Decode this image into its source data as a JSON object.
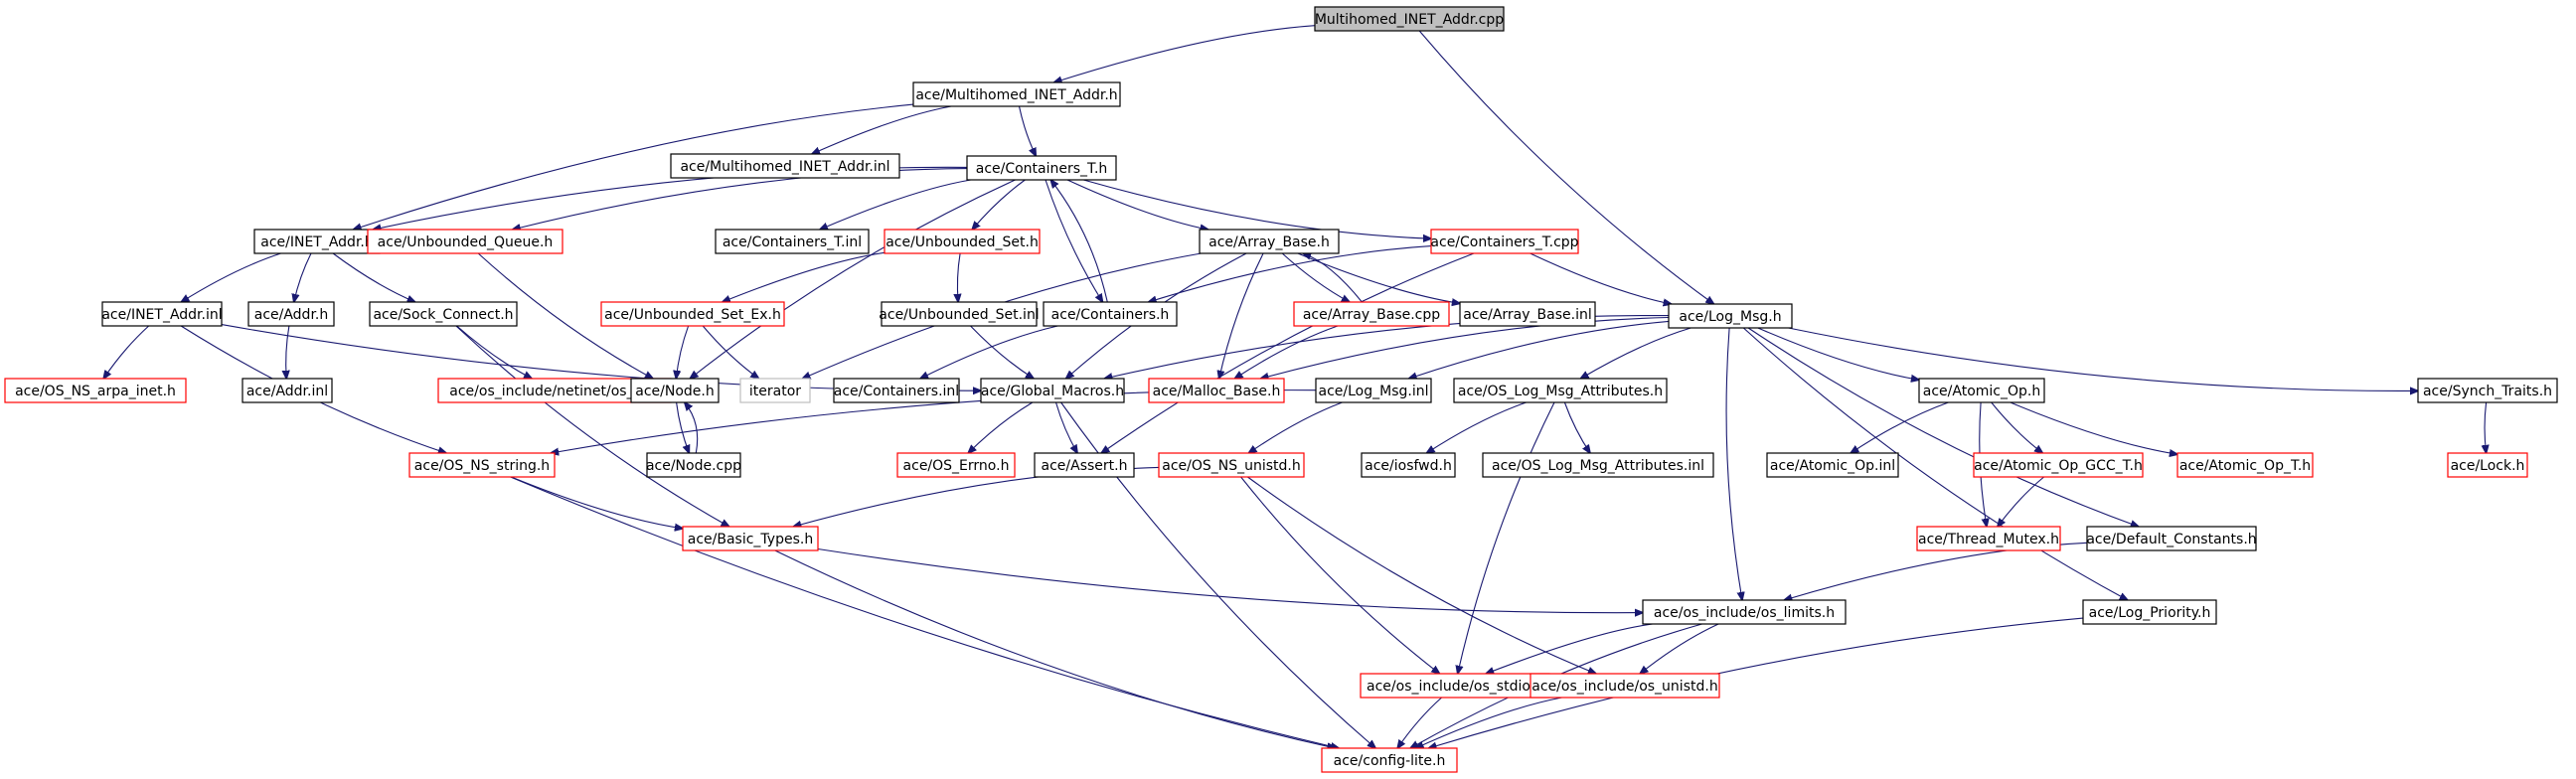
{
  "title": "Multihomed_INET_Addr.cpp",
  "colors": {
    "root_fill": "#bfbfbf",
    "normal_border": "#000000",
    "truncated_border": "#ff0000",
    "external_border": "#bfbfbf",
    "edge": "#191970"
  },
  "nodes": {
    "root": "Multihomed_INET_Addr.cpp",
    "mh_h": "ace/Multihomed_INET_Addr.h",
    "mh_inl": "ace/Multihomed_INET_Addr.inl",
    "cont_T_h": "ace/Containers_T.h",
    "inet_h": "ace/INET_Addr.h",
    "unb_queue_h": "ace/Unbounded_Queue.h",
    "cont_T_inl": "ace/Containers_T.inl",
    "unb_set_h": "ace/Unbounded_Set.h",
    "array_base_h": "ace/Array_Base.h",
    "cont_T_cpp": "ace/Containers_T.cpp",
    "inet_inl": "ace/INET_Addr.inl",
    "addr_h": "ace/Addr.h",
    "sock_conn_h": "ace/Sock_Connect.h",
    "unb_set_ex_h": "ace/Unbounded_Set_Ex.h",
    "unb_set_inl": "ace/Unbounded_Set.inl",
    "containers_h": "ace/Containers.h",
    "array_base_cpp": "ace/Array_Base.cpp",
    "array_base_inl": "ace/Array_Base.inl",
    "log_msg_h": "ace/Log_Msg.h",
    "os_ns_arpa": "ace/OS_NS_arpa_inet.h",
    "addr_inl": "ace/Addr.inl",
    "os_netinet": "ace/os_include/netinet/os_in.h",
    "node_h": "ace/Node.h",
    "iterator": "iterator",
    "containers_inl": "ace/Containers.inl",
    "global_macros": "ace/Global_Macros.h",
    "malloc_base": "ace/Malloc_Base.h",
    "log_msg_inl": "ace/Log_Msg.inl",
    "os_log_attr_h": "ace/OS_Log_Msg_Attributes.h",
    "atomic_op_h": "ace/Atomic_Op.h",
    "synch_traits": "ace/Synch_Traits.h",
    "os_ns_string": "ace/OS_NS_string.h",
    "node_cpp": "ace/Node.cpp",
    "os_errno": "ace/OS_Errno.h",
    "assert_h": "ace/Assert.h",
    "os_ns_unistd": "ace/OS_NS_unistd.h",
    "iosfwd": "ace/iosfwd.h",
    "os_log_attr_inl": "ace/OS_Log_Msg_Attributes.inl",
    "atomic_op_inl": "ace/Atomic_Op.inl",
    "atomic_gcc": "ace/Atomic_Op_GCC_T.h",
    "atomic_T": "ace/Atomic_Op_T.h",
    "lock_h": "ace/Lock.h",
    "basic_types": "ace/Basic_Types.h",
    "thread_mutex": "ace/Thread_Mutex.h",
    "default_const": "ace/Default_Constants.h",
    "os_limits": "ace/os_include/os_limits.h",
    "log_priority": "ace/Log_Priority.h",
    "os_stdio": "ace/os_include/os_stdio.h",
    "os_unistd": "ace/os_include/os_unistd.h",
    "config_lite": "ace/config-lite.h"
  },
  "edges": [
    [
      "root",
      "mh_h"
    ],
    [
      "root",
      "log_msg_h"
    ],
    [
      "mh_h",
      "mh_inl"
    ],
    [
      "mh_h",
      "cont_T_h"
    ],
    [
      "mh_h",
      "inet_h"
    ],
    [
      "cont_T_h",
      "inet_h"
    ],
    [
      "cont_T_h",
      "unb_queue_h"
    ],
    [
      "cont_T_h",
      "cont_T_inl"
    ],
    [
      "cont_T_h",
      "unb_set_h"
    ],
    [
      "cont_T_h",
      "array_base_h"
    ],
    [
      "cont_T_h",
      "cont_T_cpp"
    ],
    [
      "cont_T_h",
      "containers_h"
    ],
    [
      "cont_T_h",
      "node_h"
    ],
    [
      "inet_h",
      "inet_inl"
    ],
    [
      "inet_h",
      "addr_h"
    ],
    [
      "inet_h",
      "sock_conn_h"
    ],
    [
      "inet_inl",
      "os_ns_arpa"
    ],
    [
      "inet_inl",
      "os_ns_string"
    ],
    [
      "inet_inl",
      "global_macros"
    ],
    [
      "addr_h",
      "addr_inl"
    ],
    [
      "sock_conn_h",
      "os_netinet"
    ],
    [
      "sock_conn_h",
      "basic_types"
    ],
    [
      "unb_queue_h",
      "node_h"
    ],
    [
      "unb_set_h",
      "unb_set_ex_h"
    ],
    [
      "unb_set_h",
      "unb_set_inl"
    ],
    [
      "unb_set_ex_h",
      "node_h"
    ],
    [
      "unb_set_ex_h",
      "iterator"
    ],
    [
      "unb_set_inl",
      "global_macros"
    ],
    [
      "array_base_h",
      "iterator"
    ],
    [
      "array_base_h",
      "global_macros"
    ],
    [
      "array_base_h",
      "malloc_base"
    ],
    [
      "array_base_h",
      "array_base_cpp"
    ],
    [
      "array_base_h",
      "array_base_inl"
    ],
    [
      "array_base_cpp",
      "array_base_h"
    ],
    [
      "array_base_cpp",
      "malloc_base"
    ],
    [
      "containers_h",
      "cont_T_h"
    ],
    [
      "containers_h",
      "containers_inl"
    ],
    [
      "cont_T_cpp",
      "containers_h"
    ],
    [
      "cont_T_cpp",
      "log_msg_h"
    ],
    [
      "cont_T_cpp",
      "assert_h"
    ],
    [
      "node_h",
      "node_cpp"
    ],
    [
      "node_cpp",
      "node_h"
    ],
    [
      "log_msg_h",
      "global_macros"
    ],
    [
      "log_msg_h",
      "log_msg_inl"
    ],
    [
      "log_msg_h",
      "os_log_attr_h"
    ],
    [
      "log_msg_h",
      "atomic_op_h"
    ],
    [
      "log_msg_h",
      "synch_traits"
    ],
    [
      "log_msg_h",
      "default_const"
    ],
    [
      "log_msg_h",
      "os_limits"
    ],
    [
      "log_msg_h",
      "log_priority"
    ],
    [
      "log_msg_h",
      "malloc_base"
    ],
    [
      "log_msg_inl",
      "os_ns_string"
    ],
    [
      "log_msg_inl",
      "os_ns_unistd"
    ],
    [
      "global_macros",
      "os_errno"
    ],
    [
      "global_macros",
      "assert_h"
    ],
    [
      "global_macros",
      "config_lite"
    ],
    [
      "os_log_attr_h",
      "iosfwd"
    ],
    [
      "os_log_attr_h",
      "os_log_attr_inl"
    ],
    [
      "os_log_attr_h",
      "os_stdio"
    ],
    [
      "atomic_op_h",
      "atomic_op_inl"
    ],
    [
      "atomic_op_h",
      "atomic_gcc"
    ],
    [
      "atomic_op_h",
      "atomic_T"
    ],
    [
      "atomic_op_h",
      "thread_mutex"
    ],
    [
      "atomic_gcc",
      "thread_mutex"
    ],
    [
      "synch_traits",
      "lock_h"
    ],
    [
      "os_ns_string",
      "basic_types"
    ],
    [
      "os_ns_string",
      "config_lite"
    ],
    [
      "os_ns_unistd",
      "basic_types"
    ],
    [
      "os_ns_unistd",
      "os_stdio"
    ],
    [
      "os_ns_unistd",
      "os_unistd"
    ],
    [
      "basic_types",
      "os_limits"
    ],
    [
      "basic_types",
      "config_lite"
    ],
    [
      "default_const",
      "os_limits"
    ],
    [
      "os_limits",
      "os_stdio"
    ],
    [
      "os_limits",
      "os_unistd"
    ],
    [
      "os_limits",
      "config_lite"
    ],
    [
      "os_stdio",
      "config_lite"
    ],
    [
      "os_unistd",
      "config_lite"
    ],
    [
      "log_priority",
      "config_lite"
    ]
  ]
}
